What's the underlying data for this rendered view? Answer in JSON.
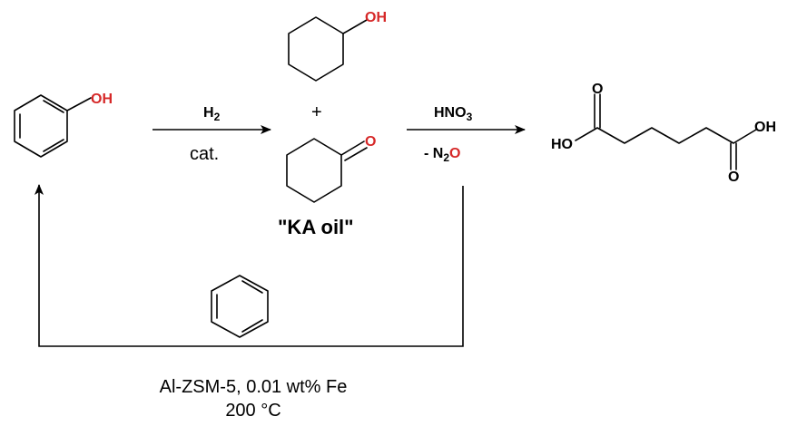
{
  "colors": {
    "oxygen": "#d62828",
    "ink": "#000000"
  },
  "phenol": {
    "oh": "OH"
  },
  "step1": {
    "reagent_top": "H",
    "reagent_top_sub": "2",
    "reagent_bottom": "cat."
  },
  "cyclohexanol": {
    "oh": "OH"
  },
  "plus": "+",
  "cyclohexanone": {
    "o": "O"
  },
  "ka_oil": "\"KA oil\"",
  "step2": {
    "reagent_top": "HNO",
    "reagent_top_sub": "3",
    "byproduct_prefix": "- N",
    "byproduct_sub": "2",
    "byproduct_o": "O"
  },
  "adipic_acid": {
    "ho": "HO",
    "oh": "OH",
    "o_top": "O",
    "o_bottom": "O"
  },
  "recycle": {
    "conditions_line1": "Al-ZSM-5, 0.01 wt% Fe",
    "conditions_line2": "200 °C"
  }
}
